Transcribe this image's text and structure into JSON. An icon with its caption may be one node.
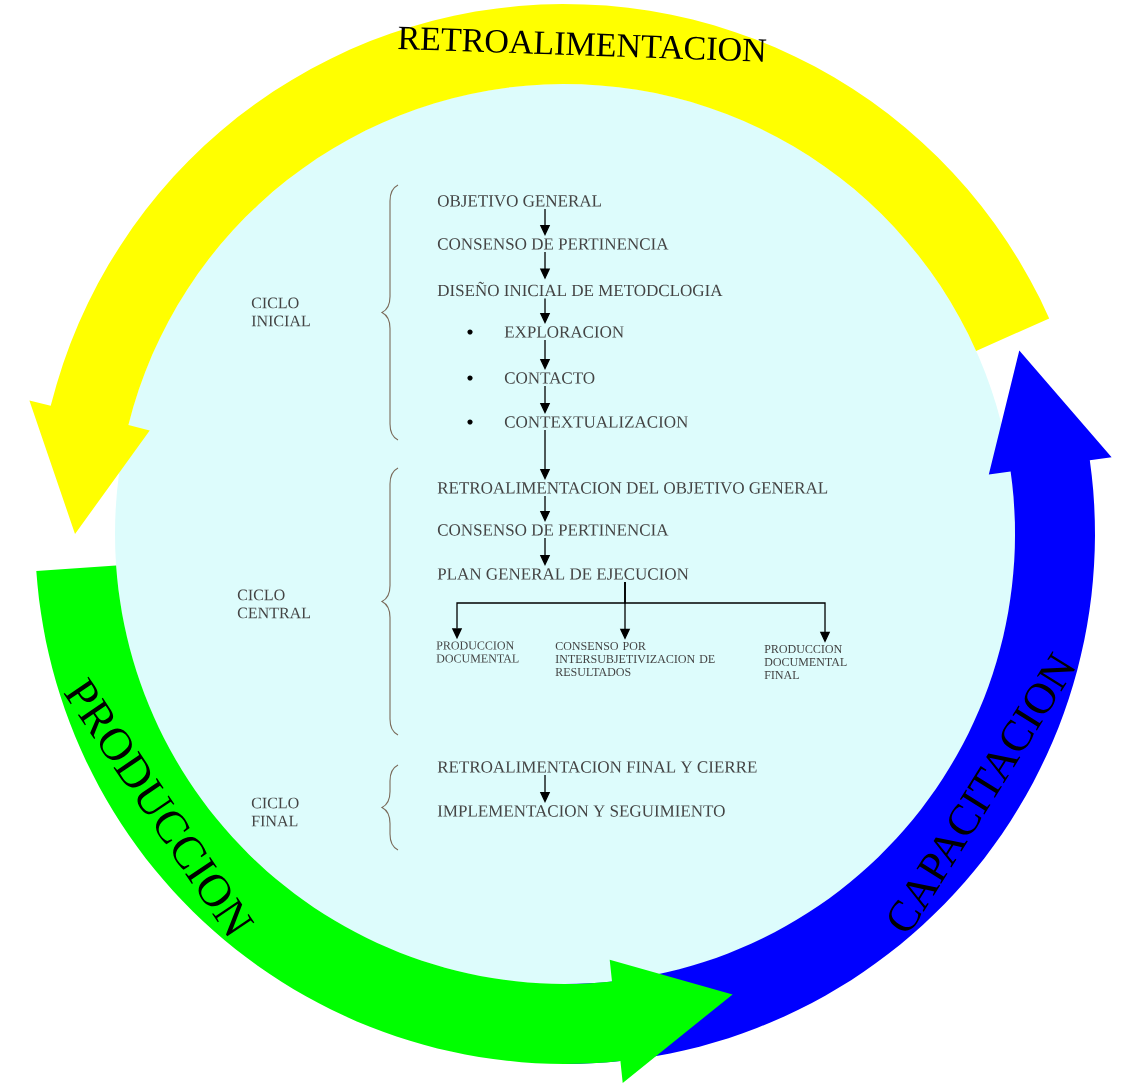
{
  "diagram": {
    "nodes": [
      {
        "text": [
          "OBJETIVO GENERAL"
        ]
      },
      {
        "text": [
          "CONSENSO DE PERTINENCIA"
        ]
      },
      {
        "text": [
          "DISEÑO INICIAL DE METODCLOGIA"
        ]
      },
      {
        "text": [
          "EXPLORACION"
        ]
      },
      {
        "text": [
          "CONTACTO"
        ]
      },
      {
        "text": [
          "CONTEXTUALIZACION"
        ]
      },
      {
        "text": [
          "RETROALIMENTACION DEL OBJETIVO GENERAL"
        ]
      },
      {
        "text": [
          "CONSENSO DE PERTINENCIA"
        ]
      },
      {
        "text": [
          "PLAN GENERAL DE EJECUCION"
        ]
      },
      {
        "text": [
          "PRODUCCION DOCUMENTAL"
        ]
      },
      {
        "text": [
          "CONSENSO POR INTERSUBJETIVIZACION DE RESULTADOS"
        ]
      },
      {
        "text": [
          "PRODUCCION DOCUMENTAL FINAL"
        ]
      },
      {
        "text": [
          "RETROALIMENTACION FINAL Y CIERRE"
        ]
      },
      {
        "text": [
          "IMPLEMENTACION Y SEGUIMIENTO"
        ]
      },
      {
        "text": [
          "RETROALIMENTACION"
        ]
      },
      {
        "text": [
          "PRODUCCION"
        ]
      },
      {
        "text": [
          "CAPACITACION"
        ]
      }
    ],
    "edges": [
      {
        "from": 0,
        "to": 1,
        "arrow": "to"
      },
      {
        "from": 1,
        "to": 2,
        "arrow": "to"
      },
      {
        "from": 2,
        "to": 3,
        "arrow": "to"
      },
      {
        "from": 3,
        "to": 4,
        "arrow": "to"
      },
      {
        "from": 4,
        "to": 5,
        "arrow": "to"
      },
      {
        "from": 5,
        "to": 6,
        "arrow": "to"
      },
      {
        "from": 6,
        "to": 7,
        "arrow": "to"
      },
      {
        "from": 7,
        "to": 8,
        "arrow": "to"
      },
      {
        "from": 8,
        "to": 9,
        "arrow": "to"
      },
      {
        "from": 8,
        "to": 10,
        "arrow": "to"
      },
      {
        "from": 8,
        "to": 11,
        "arrow": "to"
      },
      {
        "from": 12,
        "to": 13,
        "arrow": "to"
      }
    ],
    "labels": [
      "CICLO INICIAL",
      "CICLO CENTRAL",
      "CICLO FINAL"
    ]
  }
}
